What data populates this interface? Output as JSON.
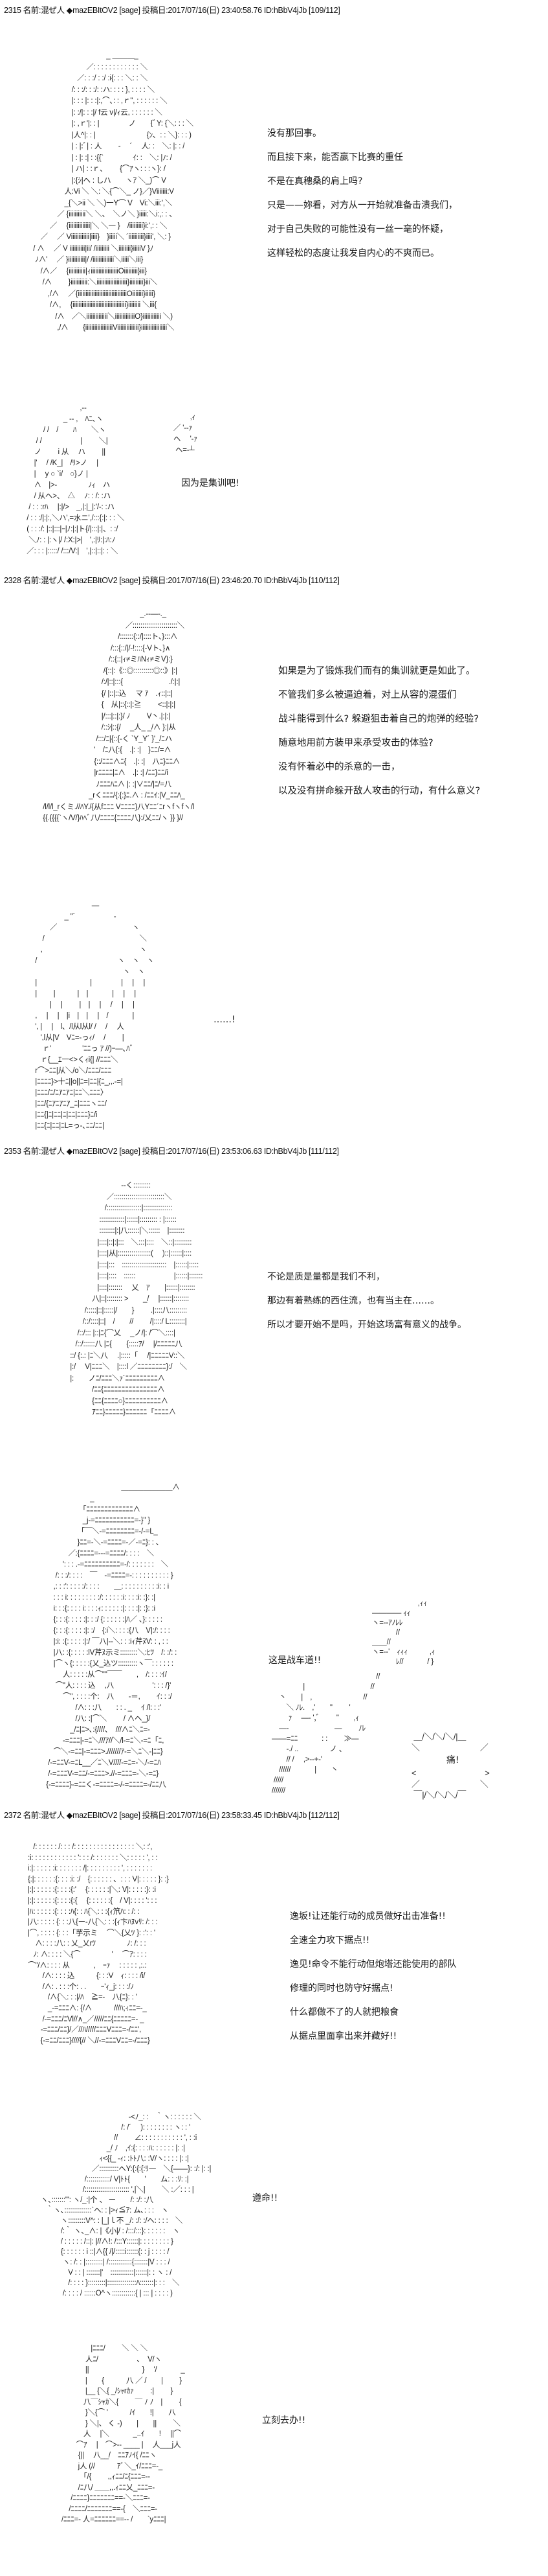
{
  "posts": [
    {
      "number": "2315",
      "name_label": "名前:",
      "name": "混ぜ人",
      "trip": "◆mazEBItOV2",
      "mail": "[sage]",
      "date_label": "投稿日:",
      "datetime": "2017/07/16(日) 23:40:58.76",
      "id": "ID:hBbV4jJb",
      "count": "[109/112]"
    },
    {
      "number": "2328",
      "name_label": "名前:",
      "name": "混ぜ人",
      "trip": "◆mazEBItOV2",
      "mail": "[sage]",
      "date_label": "投稿日:",
      "datetime": "2017/07/16(日) 23:46:20.70",
      "id": "ID:hBbV4jJb",
      "count": "[110/112]"
    },
    {
      "number": "2353",
      "name_label": "名前:",
      "name": "混ぜ人",
      "trip": "◆mazEBItOV2",
      "mail": "[sage]",
      "date_label": "投稿日:",
      "datetime": "2017/07/16(日) 23:53:06.63",
      "id": "ID:hBbV4jJb",
      "count": "[111/112]"
    },
    {
      "number": "2372",
      "name_label": "名前:",
      "name": "混ぜ人",
      "trip": "◆mazEBItOV2",
      "mail": "[sage]",
      "date_label": "投稿日:",
      "datetime": "2017/07/16(日) 23:58:33.45",
      "id": "ID:hBbV4jJb",
      "count": "[112/112]"
    }
  ],
  "dialogue": {
    "d1": [
      "没有那回事。",
      "而且接下来，能否赢下比赛的重任",
      "不是在真穗桑的肩上吗?",
      "只是——妳看，对方从一开始就准备击溃我们，",
      "对于自己失败的可能性没有一丝一毫的怀疑，",
      "这样轻松的态度让我发自内心的不爽而已。"
    ],
    "d2": "因为是集训吧!",
    "d3": [
      "如果是为了锻炼我们而有的集训就更是如此了。",
      "不管我们多么被逼迫着，对上从容的混蛋们",
      "战斗能得到什么? 躲避狙击着自己的炮弹的经验?",
      "随意地用前方装甲来承受攻击的体验?",
      "没有怀着必中的杀意的一击，",
      "以及没有拼命躲开敌人攻击的行动，有什么意义?"
    ],
    "d4": "……!",
    "d5": [
      "不论是质是量都是我们不利，",
      "那边有着熟练的西住流，也有当主在……。",
      "所以才要开始不是吗，开始这场富有意义的战争。"
    ],
    "d6": "这是战车道!!",
    "d7": "痛!",
    "d8": [
      "逸坂!让还能行动的成员做好出击准备!!",
      "全速全力攻下据点!!",
      "逸见!命令不能行动但炮塔还能使用的部队",
      "修理的同时也防守好据点!",
      "什么都做不了的人就把粮食",
      "从据点里面拿出来并藏好!!"
    ],
    "d9": "遵命!!",
    "d10": "立刻去办!!"
  },
  "art": {
    "a1": [
      "　　　　　　　　　　　_ ＿＿＿_",
      "　　　　　　　　 ／: : : : : : : : : : : : ＼",
      "　　　　　　　／: : :/ : :/ :i{: : : ＼: : ＼",
      "　　　　　　 /: : :/: : :/: :ハ: : : : }, : : : : ＼",
      "　　　　　　 |: : : |: : :|:,⌒､: : ,ｒ'', : : : : : : ＼",
      "　　　　　　 |: :/|: : :|/ f云 v|/ｨ云, : : : : : : ＼",
      "　　　　　　 |: ,ｒ'|: : |　　　　ノ　　{ﾞY: {＼: : : ＼",
      "　　　　　　 |人^|: : |　　　　　　　{ﾝ、: : ＼}: : : )",
      "　　　　　　 | : |:ﾞ| : 人　　 -　 ´　 人: :　＼: |: : /",
      "　　　　　　 | : |: :| : :{{`　　　　ｲ: :　＼: |ﾉ: /",
      "　　　　　　 | ハ| : :ｒ、　　 {⌒ｱヽ: : :ヽ}: /",
      "　　　　　　 |:{ｼ|ヘ : しハ　　ヽｱ ＼_)⌒ V",
      "　　　　　 人:Vi ＼ ＼: ＼{⌒＼_ ノ}／}Viiiiiii:V",
      "　　　　　 _{＼>ii ＼ ＼)一Y⌒ V　Vi:＼iii:',＼",
      "　　　　 ／ {iiiiiiiiiii＼ ＼、　＼ノ＼ }iiiii:＼i:,: : 、",
      "　　　 ／　 {iiiiiiiiiiiiii|＼ ＼一 }　/iiiiiiiii}i:',: : ＼",
      "　　／　 ／ Viiiiiiiiiiii|iiii}　}iiiii＼ ´iiiiiiiiii}iiii', ＼: }",
      "　/ ∧　 ／ V iiiiiiiiii|ii/ /iiiiiiiii ＼iiiiiiii}iiiiiV }ﾉ",
      "　 ﾉ∧'　 ／ }iiiiiiiiiii|/ /iiiiiiiiiiiiii＼iiiii＼iii}",
      "　　/∧／　 {iiiiiiiiiii|ｨiiiiiiiiiiiiiiiiiiOiiiiiiiii}iii}",
      "　　 /∧　　 }iiiiiiiiiii:＼iiiiiiiiiiiiiiiiiiii}iiiiiiiii}iii＼",
      "　　　,/∧　 ／{iiiiiiiiiiiiiiiiiiiiiiiiiiiiiiiiOiiiiiii}iiiii}",
      "　　　 /∧,　 {iiiiiiiiiiiiiiiiiiiiiiiiiiiiiiiiiii}iiiiiiii ＼iii{",
      "　　　　/∧　／＼iiiiiiiiiiiiii＼iiiiiiiiiiiiiO}iiiiiiiiiiii ＼)",
      "　　　　 ,/∧　　{iiiiiiiiiiiiiiiiiiViiiiiiiiiiiiii}iiiiiiiiiiiiiiiii＼"
    ],
    "a2": [
      "　　　　　　　　 ,--",
      "　　　　　　_ -- ,　ﾊﾆ､ヽ",
      "　　　 / /　/　　ﾊ　　＼ヽ",
      "　　 / /　　　　　 |　　 ＼|",
      "　　ノ　　 i 从　 ハ　　 ||",
      "　　|'　 / /K_|　/ﾘ>ノ　 |",
      "　　|　 y ○ `i/　○}ノ |",
      "　　∧　|>-　　　　 ﾉｨ　ハ",
      "　　/ 从ヘ>、　△　 ﾉ: : /: :ハ",
      "　 / : : :rﾊ　 |:|/>　_,|:|_|:'/-: :ハ",
      "　/ : : :/|:|:,＼ハ',=水ニ',/:::{:|: : : ＼",
      "　( : : :/: |::|:::|ｰ|ﾉ:|:|ト{/|:::|:|、: :/",
      "　 ＼ﾉ: : |:ヽ|/ /:X:|>|　',:|ﾘ:|:ﾊ:ﾉ",
      "　／: : : |:::::/ /:::/V:|　',|::|::|: : ＼"
    ],
    "a2b": [
      "　　 ,ｨ",
      "／ '--ｧ",
      "ヘ　 '-ｧ",
      " ヘ=-┴"
    ],
    "a3": [
      "　　　　　　　　　　　　　　 _.-‐―-._",
      "　　　　　　　　　　　　 ／:::::::::::::::::::::::＼",
      "　　　　　　　　　　　 /:::::::{::/|::::ト、}:::∧",
      "　　　　　　　　　　 /:::{::/|/-!::::{-Vト、}∧",
      "　　　　　　　　　　/::{::|ｨ≠ミﾊNｨ≠ミV}:}",
      "　　　　　　　　　 /{::|:《::◎::::::::::◎::》|:|",
      "　　　　　　　　　/:/|::|:::{　　　　　　 ./:|:|",
      "　　　　　　　　　{/ |::|::込　 マ ｱ　.ｨ::|::|",
      "　　　　　　　　　{　从|::{::|:≧　　 <::|:|:|",
      "　　　　　　　　　|/:::|::|:}/ ﾉ　　 V丶.|:|:|",
      "　　　　　　　　　/::ｼ|::{/　 _人_ _/∧ }:|从",
      "　　　　　　　　 /:::/ﾆ|{::{-く `Y_Y´ }'_/ﾆハ",
      "　　　　　　　　'　/ﾆ八{:{　.|: :|　}ﾆﾆ/=∧",
      "　　　　　　　　{::/ﾆﾆﾆ∧ﾆ{　.|: :|　八ﾆ}ﾆﾆ∧",
      "　　　　　　　　|rﾆﾆﾆﾆ|ﾆ∧　.|: :| /ﾆﾆ}ﾆﾆ/i",
      "　　　　　　　　 ﾉﾆﾆﾆﾊﾆ∧ |: :|∨ﾆﾆ/|ﾆ/=八",
      "　　　　　　　 _rくﾆﾆﾆ/{:{:}ﾆ.∧ : /ﾆﾆｲ:|V_ﾆﾆﾊ_",
      "　/l/l/l_rくミ.//ﾊY./{从fﾆﾆﾆ Vﾆﾆﾆﾆ}八Yﾆﾆ´ﾆrヽfヽfヽ/l",
      "　{{.{{{{`ヽ/V/}ﾊﾍﾞ八/ﾆﾆﾆﾆ{ﾆﾆﾆﾆ八}:/乂ﾆﾆ/ヽ }} }//"
    ],
    "a4": [
      "　　　　　　　　　―",
      "　　　　　 _ ''´　　　　　 ‐",
      "　　　 ／　　　　　　　　　　 ヽ",
      "　　 /　　　　　　　　　　　　　＼",
      "　　,　　　　　　　　　　　　　 ヽ",
      "　 /　　　　　　　　　　　ヽ　ヽ　ヽ",
      "　　　　　　　　　　　　　 ヽ　ヽ",
      "　 |　　　　　　　 |　　　　|　 |　 |",
      "　 |　　 |　　　|　|　　　 |　 |　 |",
      "　　　 |　 |　　 |　|　 |　 /　 |　 |",
      "　 ,　 |　 |　|i　|　|　 |　/　　　 |",
      "　 ', |　 |　l、/l从l从l/ /　 /　 人",
      "　　',l从|V　Vﾆ=-っｨ/　 /　　 |",
      "　　 ｒ'　　　　 'ﾆﾆっ ｱ //)ｰ―､ﾊﾞ",
      "　　ｒ{__ｴ一<>くｨi{| //ﾆﾆﾆ＼",
      "　 r⌒>ﾆﾆ|从＼/o＼/ﾆﾆﾆ/ﾆﾆﾆ",
      "　 |ﾆﾆﾆﾆ}>十ﾆ||o||ﾆ=|ﾆﾆ|{ﾆ_,,.-=|",
      "　 |ﾆﾆﾆ/ﾆ/ﾆｱﾆｱﾆ|ﾆﾆ＼ﾆﾆﾆ〉",
      "　 |ﾆﾆ/{ﾆｱﾆｱﾆｱ_ﾆ|ﾆﾆﾆヽﾆﾆ/",
      "　 |ﾆﾆ{|ﾆ|ﾆﾆ|ﾆ|ﾆﾆ|ﾆﾆﾆ}ﾆ/i",
      "　 |ﾆﾆ{ﾆ|ﾆﾆ|ﾆL=っ-､ﾆﾆ/ﾆﾆ|"
    ],
    "a5": [
      "　　　　　　　　　　　 --く:::::::::",
      "　　　　　　　　　 ／::::::::::::::::::::::::::＼",
      "　　　　　　　　　/::::::::::::::::::|:::::::::::::::",
      "　　　　　　　　 :::::::::::::|::::::|::::::::: : |::::::",
      "　　　　　　　　 ::::::::|:|八::::::|＼::::::　|::::::::",
      "　　　　　　　　|::::|::|:|:::　＼:::|::::　＼::|:::::::::",
      "　　　　　　　　|::::|从|:::::::::::::::::(　 )::|::::::|::::",
      "　　　　　　　　|::::|:::　:::::::::::::::::::::::　|::::::|:::::",
      "　　　　　　　　|::::|::::　::::::　　　　　 |::::::|:::::::",
      "　　　　　　　　|::::|:::::::　 乂　ｱ　　|::::::|::::::::",
      "　　　　　　　 八|::|:::::::: >　　_/　 |::::::|::::::::",
      "　　　　　　 /:::::|::|:::::|/　　}　　 .|::::八:::::::::",
      "　　　　　　/::/::::|::|　/　　//　　 /|::::/ L::::::::|",
      "　　　　　 /::/::: |::|ﾆ{⌒乂　 _ノ/|: /⌒＼::::|",
      "　　　　　/::/::::::八 |ﾆ{　　{:::::ｱ/　 |/ﾆﾆﾆﾆﾆ八",
      "　　　　 ::/ {:.: |ﾆ＼八　 .|:::::「　 /|ﾆﾆﾆﾆﾆV::＼",
      "　　　　 |:/　 V|ﾆﾆﾆ＼　|::::l ／ﾆﾆﾆﾆﾆﾆﾆﾆ}:/　＼",
      "　　　　 |:　　ノﾆ/ﾆﾆﾆ＼ｧ´ﾆﾆﾆﾆﾆﾆﾆﾆﾆ∧",
      "　　　　　　　 /ﾆﾆ{ﾆﾆﾆﾆﾆﾆﾆﾆﾆﾆﾆﾆﾆﾆﾆ∧",
      "　　　　　　　 {ﾆﾆ{ﾆﾆﾆﾆ○}ﾆﾆﾆﾆﾆﾆﾆﾆﾆﾆ∧",
      "　　　　　　　 ｱﾆﾆ}ﾆﾆﾆﾆﾆ}ﾆﾆﾆﾆﾆﾆ「ﾆﾆﾆﾆ∧"
    ],
    "a6": [
      "　　　　　　　　　　　 ＿＿＿＿＿＿＿∧",
      "　　　　　　　_",
      "　　　　　　「ﾆﾆﾆﾆﾆﾆﾆﾆﾆﾆﾆﾆﾆ∧",
      "　　　　　　_j-=ﾆﾆﾆﾆﾆﾆﾆﾆﾆﾆﾆ=-}'' }",
      "　　　　　 「￣＼-=ﾆﾆﾆﾆﾆﾆﾆﾆ=-/-=L_",
      "　　　　　 }ﾆﾆ=-＼-=ﾆﾆﾆﾆ=-／-=ﾆ}: : 、",
      "　　　　／:{ﾆﾆﾆﾆ=-‐‐=ﾆﾆﾆﾆ/: : : :　＼",
      "　　　 ': : : .-=ﾆﾆﾆﾆﾆﾆﾆﾆﾆﾆ=-/: : : : : : :　＼",
      "　　 /: : :/: : : :　￣　-=ﾆﾆﾆﾆ=-: : : : : : : : : : }",
      "　　,: : :': : : : :/: : : :　　＿: : : : : : : : : :i: : i",
      "　　: : : i: : : : : : : : :/: : : : : :i: : : :i: :}: :|",
      "　　i: : :{: : : : i: : : :ｨ: : : : : :|: : : :|: :}: :i",
      "　　{: : :{: : : : :|: : :/ {: : : : : :|ﾊ／ 、}: : : : :",
      "　　{: : :{: : : : :|: :/　{:i＼: : : :{八　V|:/: : : :",
      "　　|:i: :{: : : : :|:/ ￣八|-‐＼: : :iｨ芹ﾇV: : , : :",
      "　　|八: :{: : : : :lV芹ﾇ示ミ:::::::::＼:ﾋﾂ　/: :/: :",
      "　　|⌒ヽ{: : : : :{乂_込ツ::::::::::ヽ￣: : : : : :",
      "　　　 人: : : : :从⌒''''￣￣　　,　/: : : :ｲ/",
      "　　 ⌒''人: : : : 込　 ,八　　　　　 ': : : /}'",
      "　　　 ⌒'', : : : :个:　八　　-＝,　　 ｲ: : :/",
      "　　　　　/∧: : :八　　: : . _　 ｲ /l: : :'",
      "　　　　　/八: :|⌒＼　　 / ∧ヘ_}/",
      "　　　　 _/ﾆ|ﾆ>､:{////､　///∧ﾆ＼ﾆ=-",
      "　　　 -=ﾆﾆﾆ|-=ﾆ＼///ｱ//＼/l-=ﾆ＼-=ﾆ「ﾆ,",
      "　　⌒＼-=ﾆﾆ|-=ﾆﾆﾆ>.///////ｱ-=＼ﾆ＼-|ﾆﾆ}",
      "　 /-=ﾆﾆV-=ﾆL__／ﾆ＼V////-=ﾆ=-＼/-=ﾆﾊ",
      "　 /-=ﾆﾆﾆV-=ﾆﾆ/-=ﾆﾆﾆ>.//-=ﾆﾆﾆ=-＼-=ﾆ}",
      "　{-=ﾆﾆﾆﾆ}-=ﾆﾆく-=ﾆﾆﾆﾆ=-/-=ﾆﾆﾆﾆ=-/ﾆﾆ八"
    ],
    "a6b": [
      "　　　　　　 ,ｨｨ",
      "―――― ｨｨ",
      "ヽ=--ｱﾉﾚﾚ",
      "　　　 //",
      "＿＿//",
      "ヽ=--'　ｨｨｨ　　　,ｨ",
      "　　　 ﾚ//　　　 / }"
    ],
    "a6c": [
      "　　　　　　　　　　　　　　 //",
      "　　　　 |　　　　　　　　　//",
      "　丶　　|　,　　　　　　　//",
      "　　＼ ﾉﾚ.　,'　　''　　 '",
      "　　 ｧ　 ―‐ ',ﾞ　　 ''　　,ｨ",
      "　―‐　　　　　　 ―　　 ﾉﾚ",
      "――=ﾆﾆ　　　 : :　　 ≫―",
      "　　-./ ..　　　　 ノ 、",
      "　　// /　 ,>--+-'",
      "　//////　　　 |　　丶",
      " /////",
      "///////"
    ],
    "a6d": [
      " ＿/＼/＼/＼/|＿",
      "＼　　　　　　　 ／",
      "<　　　　　　　　 >",
      "／　　　　　　　 ＼",
      " ￣|/＼/＼/＼/￣"
    ],
    "a7": [
      "　/: : : : : : /: : : /: : : : : : : : : : : : : : : : ＼: :',",
      " :i: : : : : : : : : : : : ': : : /: : : : : : : ＼: : : : : ', : :",
      " i:|: : : : : :i: : : : : : : /|: : : : : : : : : ', : : : : : : :",
      " {:|: : : : : :{: : : :i: :/　{: : : : : : 、: : : V|: : : : : }: :}",
      " |:|: : : : : :{: : : :{:'　 {: : : : : :|＼: V|: : : : :}: :i",
      " |:|: : : : : :{: : : :{:{　 {: : : : : :{　/ V|: : : : ': : :",
      " |ﾊ: : : : : :{: : : :ﾊ{: : ﾊ{＼: : :{ｨ笊ﾊ: : /: :",
      " |八: : : : : {: : :八{ー-八{＼: : :{ｨ卞ﾊﾇvﾘ: /: : :",
      " |⌒, : : : : {: : :「芋示ミ　 ⌒＼{乂ﾂ }: :': : '",
      "　 ∧: : : :八: : 乂_乂rﾂ　　　　 ﾉ: /: : :",
      "　ﾉ: ∧: : : : ＼{⌒　　　　 '　 ⌒ｱ: : : :",
      " ⌒''/∧: : : : 从　　　 ,　ｰｧ　 : : : : : ,:.:",
      "　　 /∧: : : : 込　　　{: : :V　ｨ: : : : /i/",
      "　　 /∧: . : : :个: . .　　ｰ'ｨ_j: : : :/ﾉ",
      "　　　/∧{＼: : :|/ﾊ　≧=-　八{ﾆ}: : '",
      "　　　_-=ﾆﾆﾆ∧: {/∧　　　///ﾊ;ｨﾆﾆ=-_",
      "　　 /-=ﾆﾆﾆ/ﾆVl//∧_／/////ﾆﾆ{ﾆﾆﾆﾆﾆ=- _",
      "　　-=ﾆﾆﾆ/ﾆﾆ}/／//ﾊ/////ﾆﾆﾆVﾆﾆﾆ=-/ﾆﾆ',",
      "　　{-=ﾆﾆ/ﾆﾆﾆ}////{// ＼//-=ﾆﾆﾆVﾆﾆ=-/ﾆﾆﾆ}"
    ],
    "a8": [
      "　　　　　　　　　　　　 -<ﾉ_: :　｀ヽ: : : : : : ＼",
      "　　　　　　　　　　　 /: /´　 ): : : : : : : : ヽ: : '",
      "　　　　　　　　　　 //　　 ∠: : : : : : : : : : : ', : :i",
      "　　　　　　　　　 _/ ﾉ　,ｲ:{: : : :ﾊ: : : : : : |: :|",
      "　　　　　　　　 ｨ<{{_ -ｨ: :ﾄﾄ八: :V/ヽ: : : : |: :|",
      "　　　　　　　 ／::::::::::ヘY:{:{:{:ﾘ一　＼{――}: :/: |: :|",
      "　　　　　　 /::::::::::::/ V|ﾄﾄ{　　'　　ム: : :ﾘ: :|",
      "　　　　　　/::::::::::::::::::::::: ',|＼|　　 ＼ :／: : : |",
      " ヽ､:::::::''': ヽ/_:|个 、 ー　　/: :/: :八",
      "　｀ヽ､::::::::::::::`ヘ: : |>ｨ≦ｱ: ム､: : :　ヽ",
      "　　　ヽ:::::::::V^: : |_|ｌ不 _/: :/: :/ヘ: : : :　＼",
      "　　　/:｀ ヽ､_∧: |《小|/ : /:::/:::}: : : : : :　ヽ",
      "　　　/ : : : : : /::|: |//∧!: /:::Y::::::|: : : : : : : : }",
      "　　　{: : : : : : i ::|∧{{ /|/:::::i::::::{: : j : : : : /",
      "　　　 ヽ: /: : |:::::::::| /::::::::::::{:::::::|V : : : /",
      "　　　　V : : | :::::::|'　::::::::::::|::::::|: : ヽ : /",
      "　　　　/: : : : }:::::::::|:::::::::::::::ﾊ:::::::|: : :　＼",
      "　　　 /: : : : / ::::::O^ヽ::::::::::::{ | ::: | : : : : )"
    ],
    "a9": [
      "　　　　|ﾆﾆﾆ/　　 ＼ ＼ ＼",
      "　　　 人ﾆ/　　　　　 、　V/ヽ",
      "　　　 ||　　　　　　　 }　 '/　　　 _",
      "　　　 |　　{　　　八 ／ /　　|　　 }",
      "　　　 |__ {＼{ _/ｼｬrｶｧ　　 :|　　 }",
      "　　　八￣ｼｬｶ＼{　　 ￣ ﾉ ﾉ　|　　 {",
      "　　　 }＼{⌒ '　　　/ｲ　　!|　　八",
      "　　　 } ＼|、 く -)　　|　　||　　 ＼",
      "　　　人　 |＼　　　 _..ｲ　　!　 ||⌒",
      "　　⌒ｱ　 |　⌒>-- ____ |　 人___j人",
      "　　 {||　 八__/　ﾆﾆｱﾉｲ{ /ﾆﾆヽ",
      "　　 j人 (//　　　ｱﾞ＼_ｲ/ﾆﾆﾆ=-_",
      "　　　「/{　　 ,,ｨﾆﾆ/ﾆ{ﾆﾆﾆ=--",
      "　　 /ﾆ八/ ＿＿,,.ｨﾆﾆ乂_ﾆﾆﾆ=-",
      "　 /ﾆﾆﾆﾆ}ﾆﾆﾆﾆﾆﾆﾆ==-＼ﾆﾆﾆ=-",
      "　/ﾆﾆﾆﾆ/ﾆﾆﾆﾆﾆﾆﾆ==‐{　＼ﾆﾆﾆ=-",
      "/ﾆﾆﾆ=- 人=ﾆﾆﾆﾆﾆﾆ==‐- /　　`yﾆﾆﾆ|"
    ]
  }
}
